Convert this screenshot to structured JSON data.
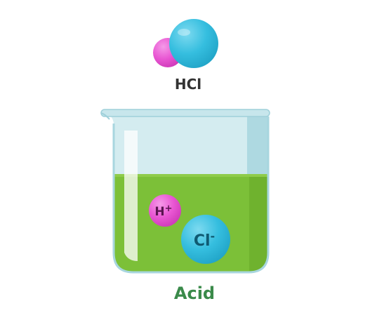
{
  "molecule": {
    "label": "HCl",
    "atom_h_color": "#e957d3",
    "atom_cl_color": "#35bedf"
  },
  "beaker": {
    "label": "Acid",
    "label_color": "#3a8a4a",
    "liquid_color": "#7cc038",
    "glass_color": "#cfe9ee"
  },
  "ions": {
    "hydrogen": {
      "symbol": "H",
      "charge": "+",
      "color": "#e957d3"
    },
    "chloride": {
      "symbol": "Cl",
      "charge": "-",
      "color": "#35bedf"
    }
  }
}
